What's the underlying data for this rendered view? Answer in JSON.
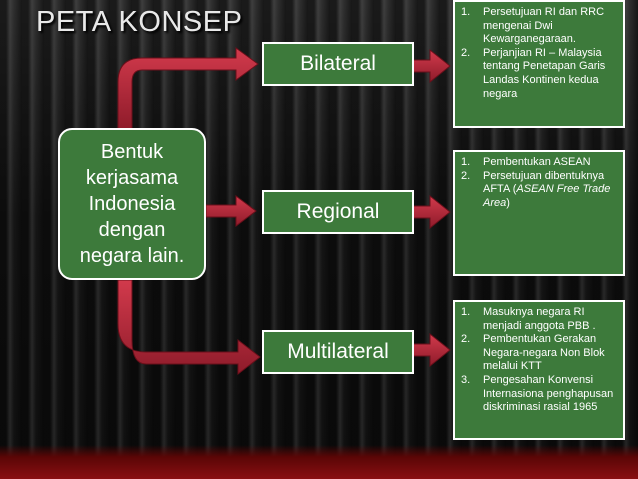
{
  "title": "PETA KONSEP",
  "center": "Bentuk\nkerjasama\nIndonesia\ndengan\nnegara lain.",
  "categories": [
    {
      "label": "Bilateral",
      "items": [
        {
          "num": "1.",
          "text": "Persetujuan RI dan RRC mengenai Dwi Kewarganegaraan."
        },
        {
          "num": "2.",
          "text": "Perjanjian RI – Malaysia tentang Penetapan Garis Landas Kontinen kedua negara"
        }
      ]
    },
    {
      "label": "Regional",
      "items": [
        {
          "num": "1.",
          "text": "Pembentukan ASEAN"
        },
        {
          "num": "2.",
          "text": "Persetujuan dibentuknya AFTA (",
          "italic": "ASEAN Free Trade Area",
          "after": ")"
        }
      ]
    },
    {
      "label": "Multilateral",
      "items": [
        {
          "num": "1.",
          "text": "Masuknya negara RI menjadi anggota PBB ."
        },
        {
          "num": "2.",
          "text": "Pembentukan Gerakan Negara-negara Non Blok melalui KTT"
        },
        {
          "num": "3.",
          "text": "Pengesahan Konvensi Internasiona penghapusan diskriminasi rasial 1965"
        }
      ]
    }
  ],
  "colors": {
    "box": "#3d7a3b",
    "arrow": "#b3263a",
    "border": "#ffffff"
  }
}
